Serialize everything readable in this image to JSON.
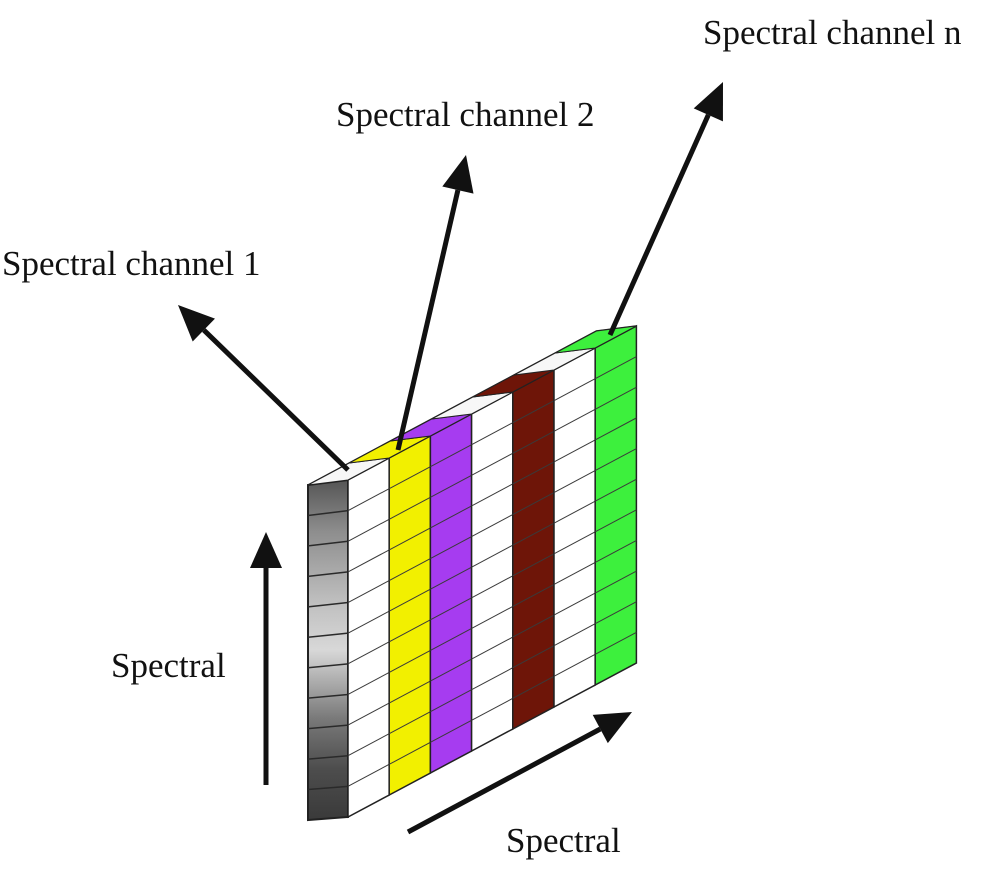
{
  "labels": {
    "channel_1": "Spectral channel 1",
    "channel_2": "Spectral channel 2",
    "channel_n": "Spectral channel n",
    "axis_vertical": "Spectral",
    "axis_horizontal": "Spectral"
  },
  "cube": {
    "rows": 11,
    "columns": [
      {
        "role": "image",
        "color": "#8a8a8a"
      },
      {
        "role": "blank",
        "color": "#ffffff"
      },
      {
        "role": "channel",
        "color": "#f2f000"
      },
      {
        "role": "channel",
        "color": "#a63cf0"
      },
      {
        "role": "blank",
        "color": "#ffffff"
      },
      {
        "role": "channel",
        "color": "#6e1508"
      },
      {
        "role": "blank",
        "color": "#ffffff"
      },
      {
        "role": "channel",
        "color": "#3df03d"
      }
    ],
    "grid_color": "#3a3a3a",
    "edge_color": "#222222"
  },
  "arrows": {
    "color": "#111111"
  }
}
